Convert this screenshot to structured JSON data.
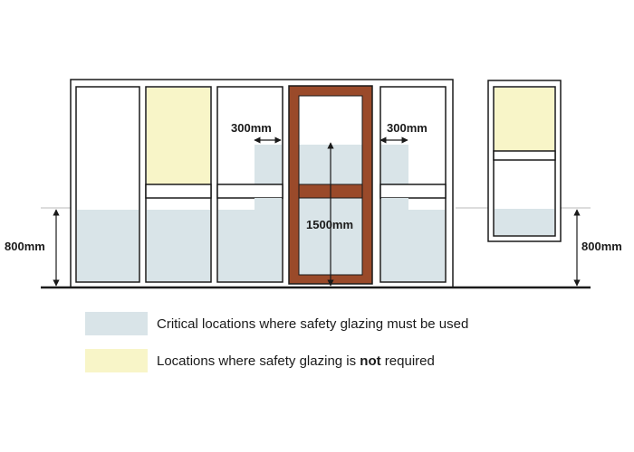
{
  "colors": {
    "critical": "#d9e4e8",
    "not_required": "#f8f5c8",
    "frame": "#1a1a1a",
    "door": "#9a4a2a",
    "ground": "#1a1a1a"
  },
  "dimensions": {
    "left_height": "800mm",
    "right_height": "800mm",
    "door_height": "1500mm",
    "door_side_left": "300mm",
    "door_side_right": "300mm"
  },
  "legend": {
    "critical_label": "Critical locations where safety glazing must be used",
    "not_required_prefix": "Locations where safety glazing is ",
    "not_required_bold": "not",
    "not_required_suffix": " required"
  }
}
